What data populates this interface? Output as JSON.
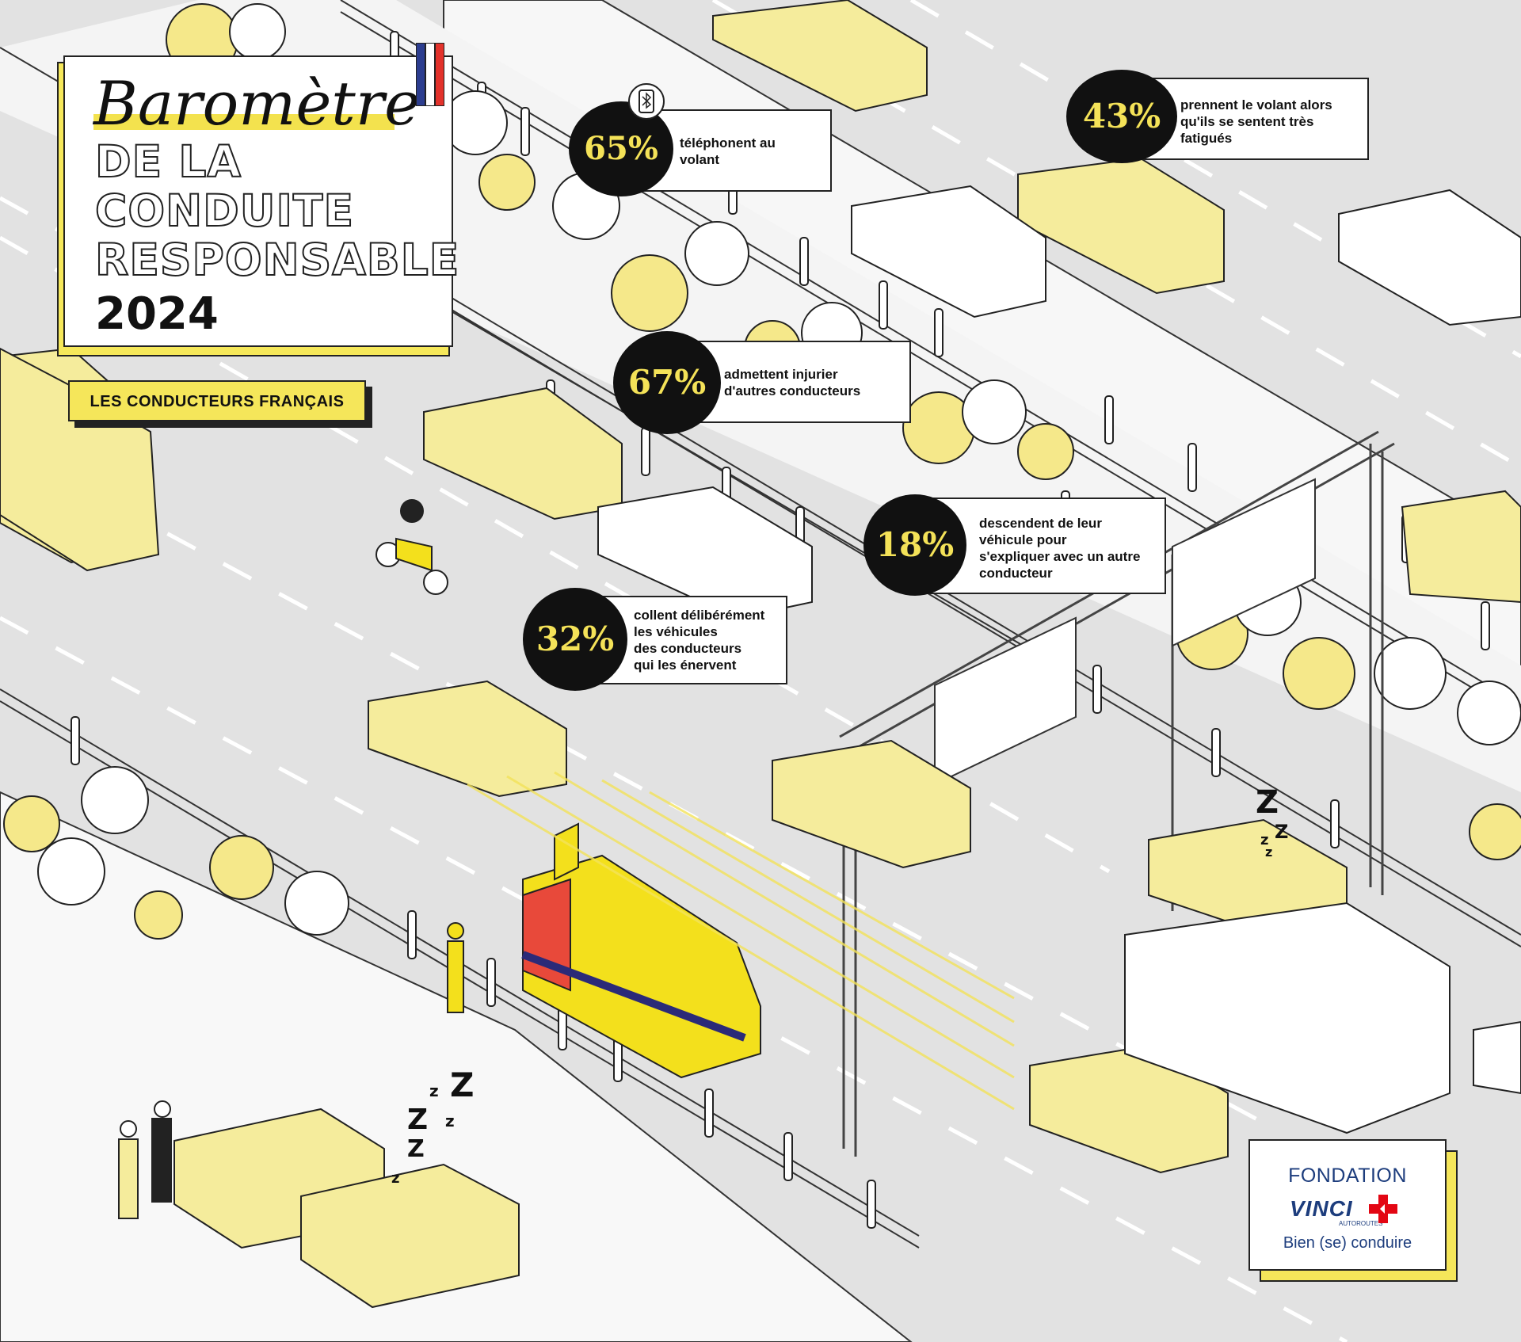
{
  "title": {
    "script_word": "Baromètre",
    "line1": "DE LA",
    "line2": "CONDUITE",
    "line3": "RESPONSABLE",
    "year": "2024"
  },
  "subtitle": "LES CONDUCTEURS FRANÇAIS",
  "stats": [
    {
      "value": "65%",
      "text": "téléphonent au\nvolant",
      "icon": "phone-icon"
    },
    {
      "value": "43%",
      "text": "prennent le volant alors\nqu'ils se sentent très\nfatigués"
    },
    {
      "value": "67%",
      "text": "admettent injurier\nd'autres conducteurs"
    },
    {
      "value": "18%",
      "text": "descendent de leur\nvéhicule pour\ns'expliquer avec un autre\nconducteur"
    },
    {
      "value": "32%",
      "text": "collent délibérément\nles véhicules\ndes conducteurs\nqui les énervent"
    }
  ],
  "sleep_letters": [
    "Z",
    "Z",
    "Z",
    "z",
    "z",
    "z"
  ],
  "logo": {
    "line1": "FONDATION",
    "brand": "VINCI",
    "sub": "AUTOROUTES",
    "tagline": "Bien (se) conduire"
  },
  "colors": {
    "yellow": "#f5e65a",
    "dark": "#111111",
    "road": "#e2e2e2",
    "brand_blue": "#1d3d7d",
    "brand_red": "#e30613"
  }
}
